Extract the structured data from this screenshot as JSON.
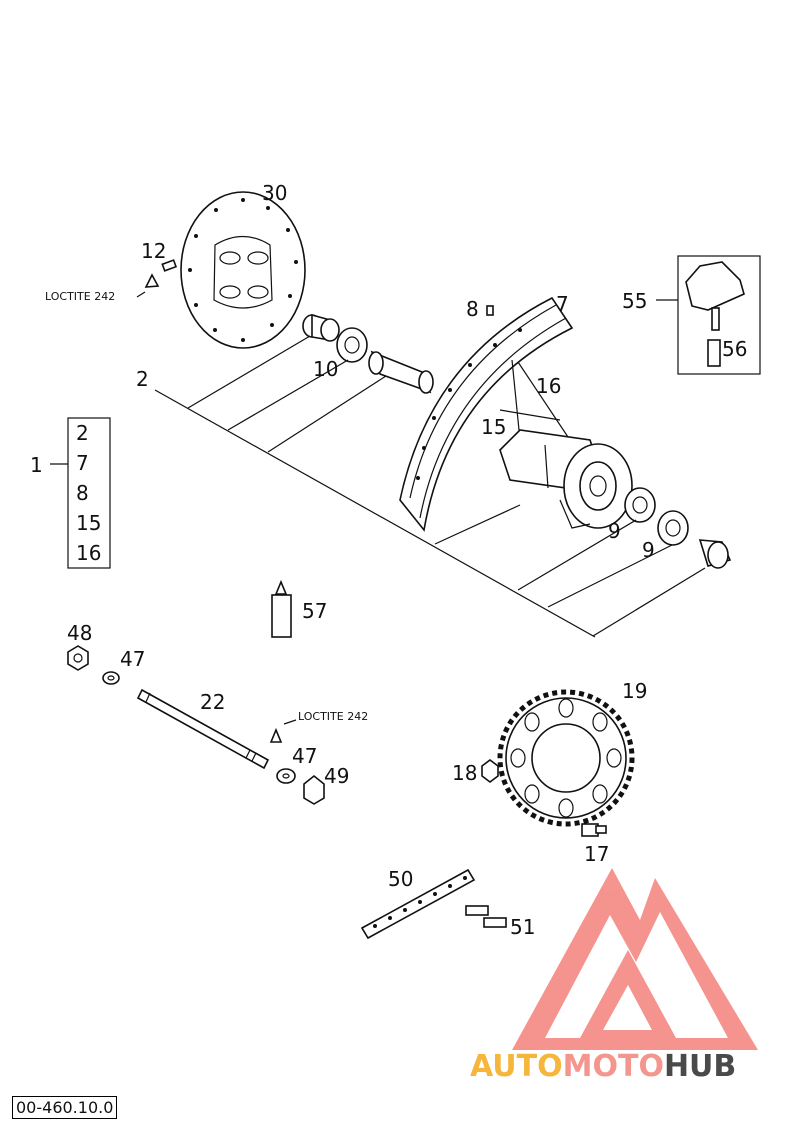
{
  "labels": {
    "disc": "30",
    "screw_12": "12",
    "loctite_1": "LOCTITE 242",
    "loctite_2": "LOCTITE 242",
    "nipple_8": "8",
    "rim_7": "7",
    "tool_55": "55",
    "tool_56": "56",
    "axle_spacer_2": "2",
    "bearing_10": "10",
    "spoke_16": "16",
    "hub_15": "15",
    "assembly_1": "1",
    "bearing_9a": "9",
    "bearing_9b": "9",
    "grease_57": "57",
    "nut_48": "48",
    "washer_47a": "47",
    "axle_22": "22",
    "washer_47b": "47",
    "nut_49": "49",
    "sprocket_19": "19",
    "nut_18": "18",
    "bolt_17": "17",
    "chain_50": "50",
    "link_51": "51"
  },
  "assembly_list": [
    "2",
    "7",
    "8",
    "15",
    "16"
  ],
  "watermark": {
    "part1": "AUTO",
    "part2": "MOTO",
    "part3": "HUB",
    "color1": "#f6b53b",
    "color2": "#f4968d",
    "color3": "#4a4a4a"
  },
  "reference": "00-460.10.0"
}
